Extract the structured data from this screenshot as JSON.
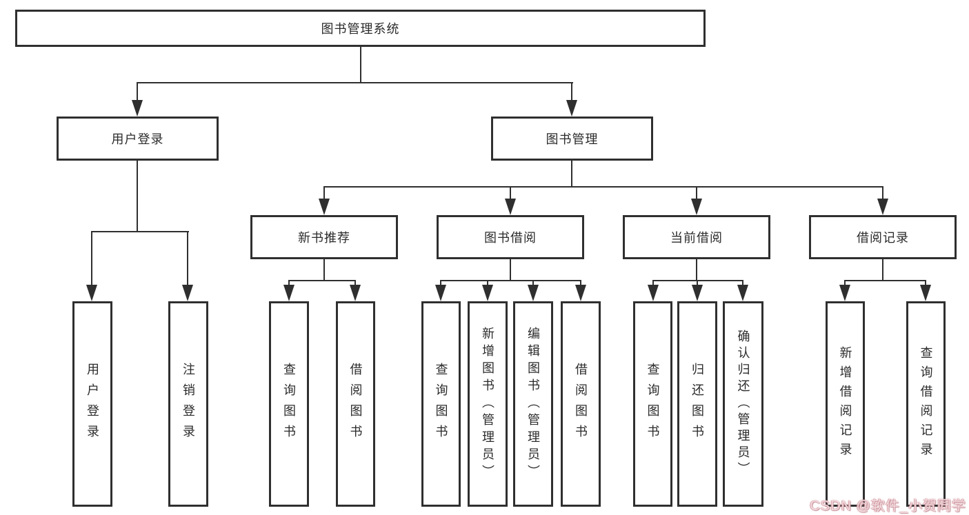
{
  "diagram": {
    "tree": {
      "label": "图书管理系统",
      "children": [
        {
          "label": "用户登录",
          "children": [
            {
              "label": "用户登录"
            },
            {
              "label": "注销登录"
            }
          ]
        },
        {
          "label": "图书管理",
          "children": [
            {
              "label": "新书推荐",
              "children": [
                {
                  "label": "查询图书"
                },
                {
                  "label": "借阅图书"
                }
              ]
            },
            {
              "label": "图书借阅",
              "children": [
                {
                  "label": "查询图书"
                },
                {
                  "label": "新增图书（管理员）"
                },
                {
                  "label": "编辑图书（管理员）"
                },
                {
                  "label": "借阅图书"
                }
              ]
            },
            {
              "label": "当前借阅",
              "children": [
                {
                  "label": "查询图书"
                },
                {
                  "label": "归还图书"
                },
                {
                  "label": "确认归还（管理员）"
                }
              ]
            },
            {
              "label": "借阅记录",
              "children": [
                {
                  "label": "新增借阅记录"
                },
                {
                  "label": "查询借阅记录"
                }
              ]
            }
          ]
        }
      ]
    },
    "colors": {
      "line": "#2f2f2f",
      "text": "#2b2b2b",
      "background": "#ffffff",
      "watermark": "#cf8f98"
    }
  },
  "watermark": {
    "text": "CSDN @软件_小贺同学"
  }
}
